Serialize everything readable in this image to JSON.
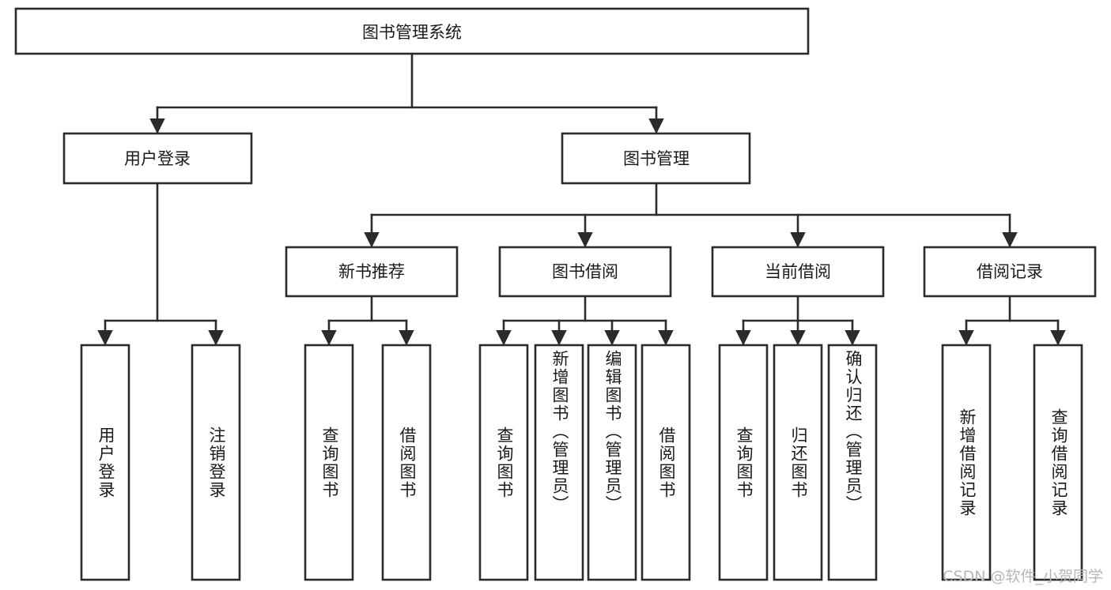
{
  "diagram": {
    "title": "图书管理系统",
    "type": "hierarchy-tree",
    "watermark": "CSDN @软件_小贺同学",
    "colors": {
      "stroke": "#2b2b2b",
      "fill": "#ffffff",
      "text": "#1a1a1a",
      "watermark": "#b7b7b7"
    },
    "root": {
      "label": "图书管理系统"
    },
    "level2": [
      {
        "id": "user-login",
        "label": "用户登录"
      },
      {
        "id": "book-manage",
        "label": "图书管理"
      }
    ],
    "level3": [
      {
        "id": "new-book-recommend",
        "label": "新书推荐"
      },
      {
        "id": "book-borrow",
        "label": "图书借阅"
      },
      {
        "id": "current-borrow",
        "label": "当前借阅"
      },
      {
        "id": "borrow-record",
        "label": "借阅记录"
      }
    ],
    "leaves": {
      "user_login": [
        {
          "id": "leaf-user-login",
          "label": "用户登录"
        },
        {
          "id": "leaf-logout-login",
          "label": "注销登录"
        }
      ],
      "new_book_recommend": [
        {
          "id": "leaf-query-book-1",
          "label": "查询图书"
        },
        {
          "id": "leaf-borrow-book-1",
          "label": "借阅图书"
        }
      ],
      "book_borrow": [
        {
          "id": "leaf-query-book-2",
          "label": "查询图书"
        },
        {
          "id": "leaf-add-book",
          "label": "新增图书（管理员）"
        },
        {
          "id": "leaf-edit-book",
          "label": "编辑图书（管理员）"
        },
        {
          "id": "leaf-borrow-book-2",
          "label": "借阅图书"
        }
      ],
      "current_borrow": [
        {
          "id": "leaf-query-book-3",
          "label": "查询图书"
        },
        {
          "id": "leaf-return-book",
          "label": "归还图书"
        },
        {
          "id": "leaf-confirm-return",
          "label": "确认归还（管理员）"
        }
      ],
      "borrow_record": [
        {
          "id": "leaf-add-borrow-record",
          "label": "新增借阅记录"
        },
        {
          "id": "leaf-query-borrow-record",
          "label": "查询借阅记录"
        }
      ]
    }
  }
}
